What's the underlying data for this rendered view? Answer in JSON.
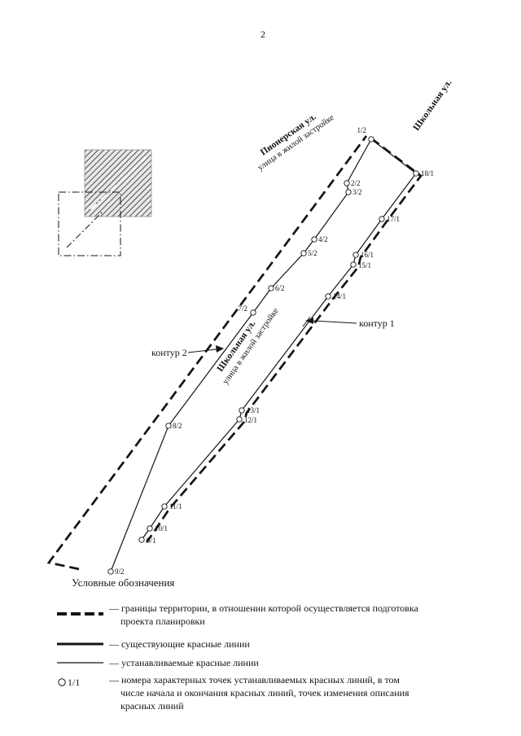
{
  "page_number": "2",
  "streets": {
    "pionerskaya": {
      "name": "Пионерская ул.",
      "type": "улица в жилой застройке"
    },
    "shkolnaya_top": {
      "name": "Школьная ул."
    },
    "shkolnaya_mid": {
      "name": "Школьная ул.",
      "type": "улица в жилой застройке"
    }
  },
  "contour_labels": {
    "contour1": "контур 1",
    "contour2": "контур 2"
  },
  "points": [
    {
      "label": "1/2"
    },
    {
      "label": "2/2"
    },
    {
      "label": "3/2"
    },
    {
      "label": "4/2"
    },
    {
      "label": "5/2"
    },
    {
      "label": "6/2"
    },
    {
      "label": "7/2"
    },
    {
      "label": "8/2"
    },
    {
      "label": "9/2"
    },
    {
      "label": "18/1"
    },
    {
      "label": "17/1"
    },
    {
      "label": "16/1"
    },
    {
      "label": "15/1"
    },
    {
      "label": "14/1"
    },
    {
      "label": "13/1"
    },
    {
      "label": "12/1"
    },
    {
      "label": "11/1"
    },
    {
      "label": "10/1"
    },
    {
      "label": "9/1"
    }
  ],
  "legend": {
    "title": "Условные обозначения",
    "boundary": {
      "line1": "— границы территории, в отношении которой осуществляется подготовка",
      "line2": "проекта планировки"
    },
    "existing_red_lines": "— существующие красные линии",
    "established_red_lines": "— устанавливаемые красные линии",
    "point_symbol": "1/1",
    "point_numbers": {
      "line1": "— номера характерных точек устанавливаемых красных линий, в том",
      "line2": "числе начала и окончания красных линий, точек изменения описания",
      "line3": "красных линий"
    }
  }
}
